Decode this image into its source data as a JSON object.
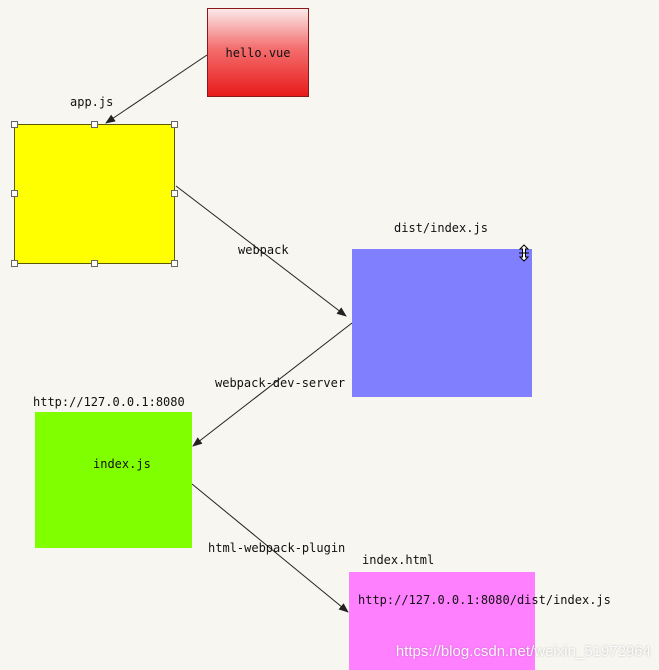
{
  "nodes": {
    "hello": {
      "text": "hello.vue",
      "color": "#ff3030"
    },
    "app": {
      "label": "app.js",
      "color": "#ffff00"
    },
    "dist": {
      "label": "dist/index.js",
      "color": "#8080ff"
    },
    "server": {
      "label": "http://127.0.0.1:8080",
      "text": "index.js",
      "color": "#80ff00"
    },
    "html": {
      "label": "index.html",
      "text": "http://127.0.0.1:8080/dist/index.js",
      "color": "#ff80ff"
    }
  },
  "edges": {
    "webpack": "webpack",
    "dev_server": "webpack-dev-server",
    "html_plugin": "html-webpack-plugin"
  },
  "cursor_icon": "move-cursor-icon",
  "watermark": "https://blog.csdn.net/weixin_51972964"
}
